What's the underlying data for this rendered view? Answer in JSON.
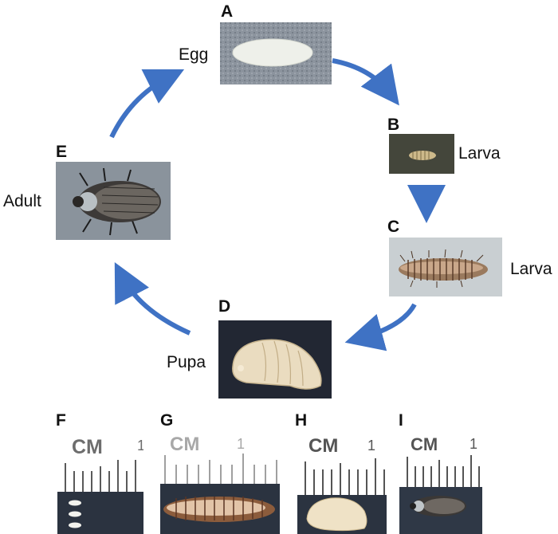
{
  "panels": {
    "a": {
      "letter": "A",
      "label": "Egg"
    },
    "b": {
      "letter": "B",
      "label": "Larva"
    },
    "c": {
      "letter": "C",
      "label": "Larva"
    },
    "d": {
      "letter": "D",
      "label": "Pupa"
    },
    "e": {
      "letter": "E",
      "label": "Adult"
    }
  },
  "scale_panels": [
    {
      "letter": "F",
      "unit": "CM",
      "tick_number": "1"
    },
    {
      "letter": "G",
      "unit": "CM",
      "tick_number": "1"
    },
    {
      "letter": "H",
      "unit": "CM",
      "tick_number": "1"
    },
    {
      "letter": "I",
      "unit": "CM",
      "tick_number": "1"
    }
  ],
  "colors": {
    "arrow": "#3f72c4",
    "arrow_dark": "#2d5aa6",
    "photo_gray": "#7c8590",
    "photo_dark": "#252a35"
  }
}
